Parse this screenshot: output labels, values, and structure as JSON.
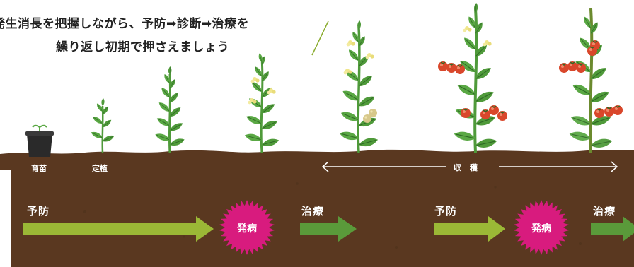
{
  "caption": {
    "line1": "発生消長を把握しながら、予防➡診断➡治療を",
    "line2": "繰り返し初期で押さえましょう"
  },
  "stages": {
    "seedling": "育苗",
    "planting": "定植",
    "harvest": "収 穫"
  },
  "cycle1": {
    "prevent": "予防",
    "onset": "発病",
    "treat": "治療"
  },
  "cycle2": {
    "prevent": "予防",
    "onset": "発病",
    "treat": "治療"
  },
  "colors": {
    "soil": "#5a3820",
    "prevent_arrow": "#9bb836",
    "treat_arrow": "#5a9a3a",
    "burst": "#d81b7e",
    "leaf": "#4f9a3a",
    "tomato": "#d9472b",
    "flower": "#f0e68c"
  },
  "icons": [
    "pot-icon",
    "tomato-plant-icon",
    "starburst-icon",
    "double-arrow-icon",
    "right-arrow-icon"
  ]
}
